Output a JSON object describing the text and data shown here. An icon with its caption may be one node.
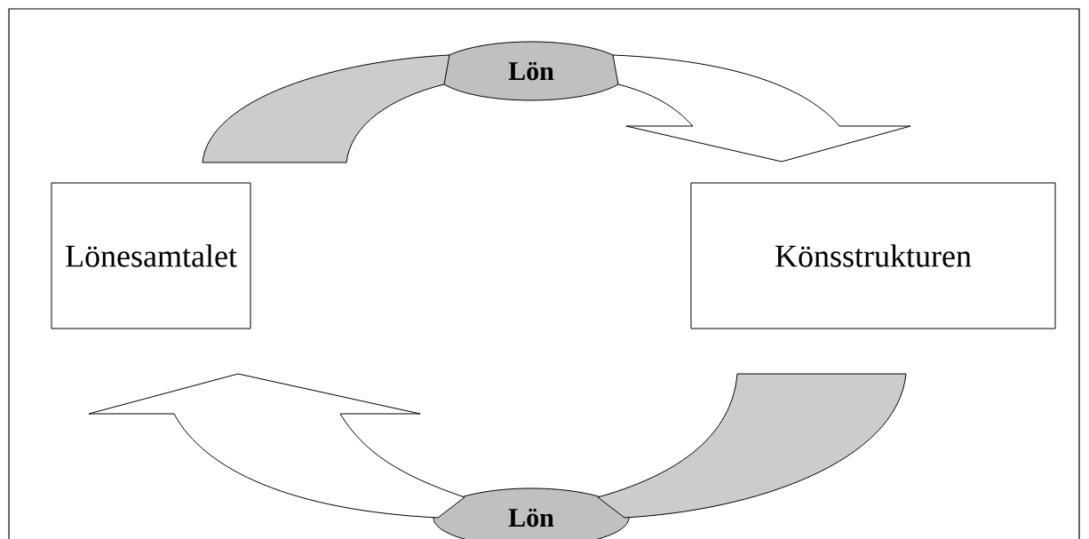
{
  "diagram": {
    "nodes": [
      {
        "text": [
          "Lön"
        ]
      },
      {
        "text": [
          "Lönesamtalet"
        ]
      },
      {
        "text": [
          "Könsstrukturen"
        ]
      },
      {
        "text": [
          "Lön"
        ]
      }
    ],
    "edges": [
      {
        "from": 1,
        "to": 0,
        "arrow": "none"
      },
      {
        "from": 0,
        "to": 2,
        "arrow": "to"
      },
      {
        "from": 2,
        "to": 3,
        "arrow": "none"
      },
      {
        "from": 3,
        "to": 1,
        "arrow": "to"
      }
    ]
  }
}
